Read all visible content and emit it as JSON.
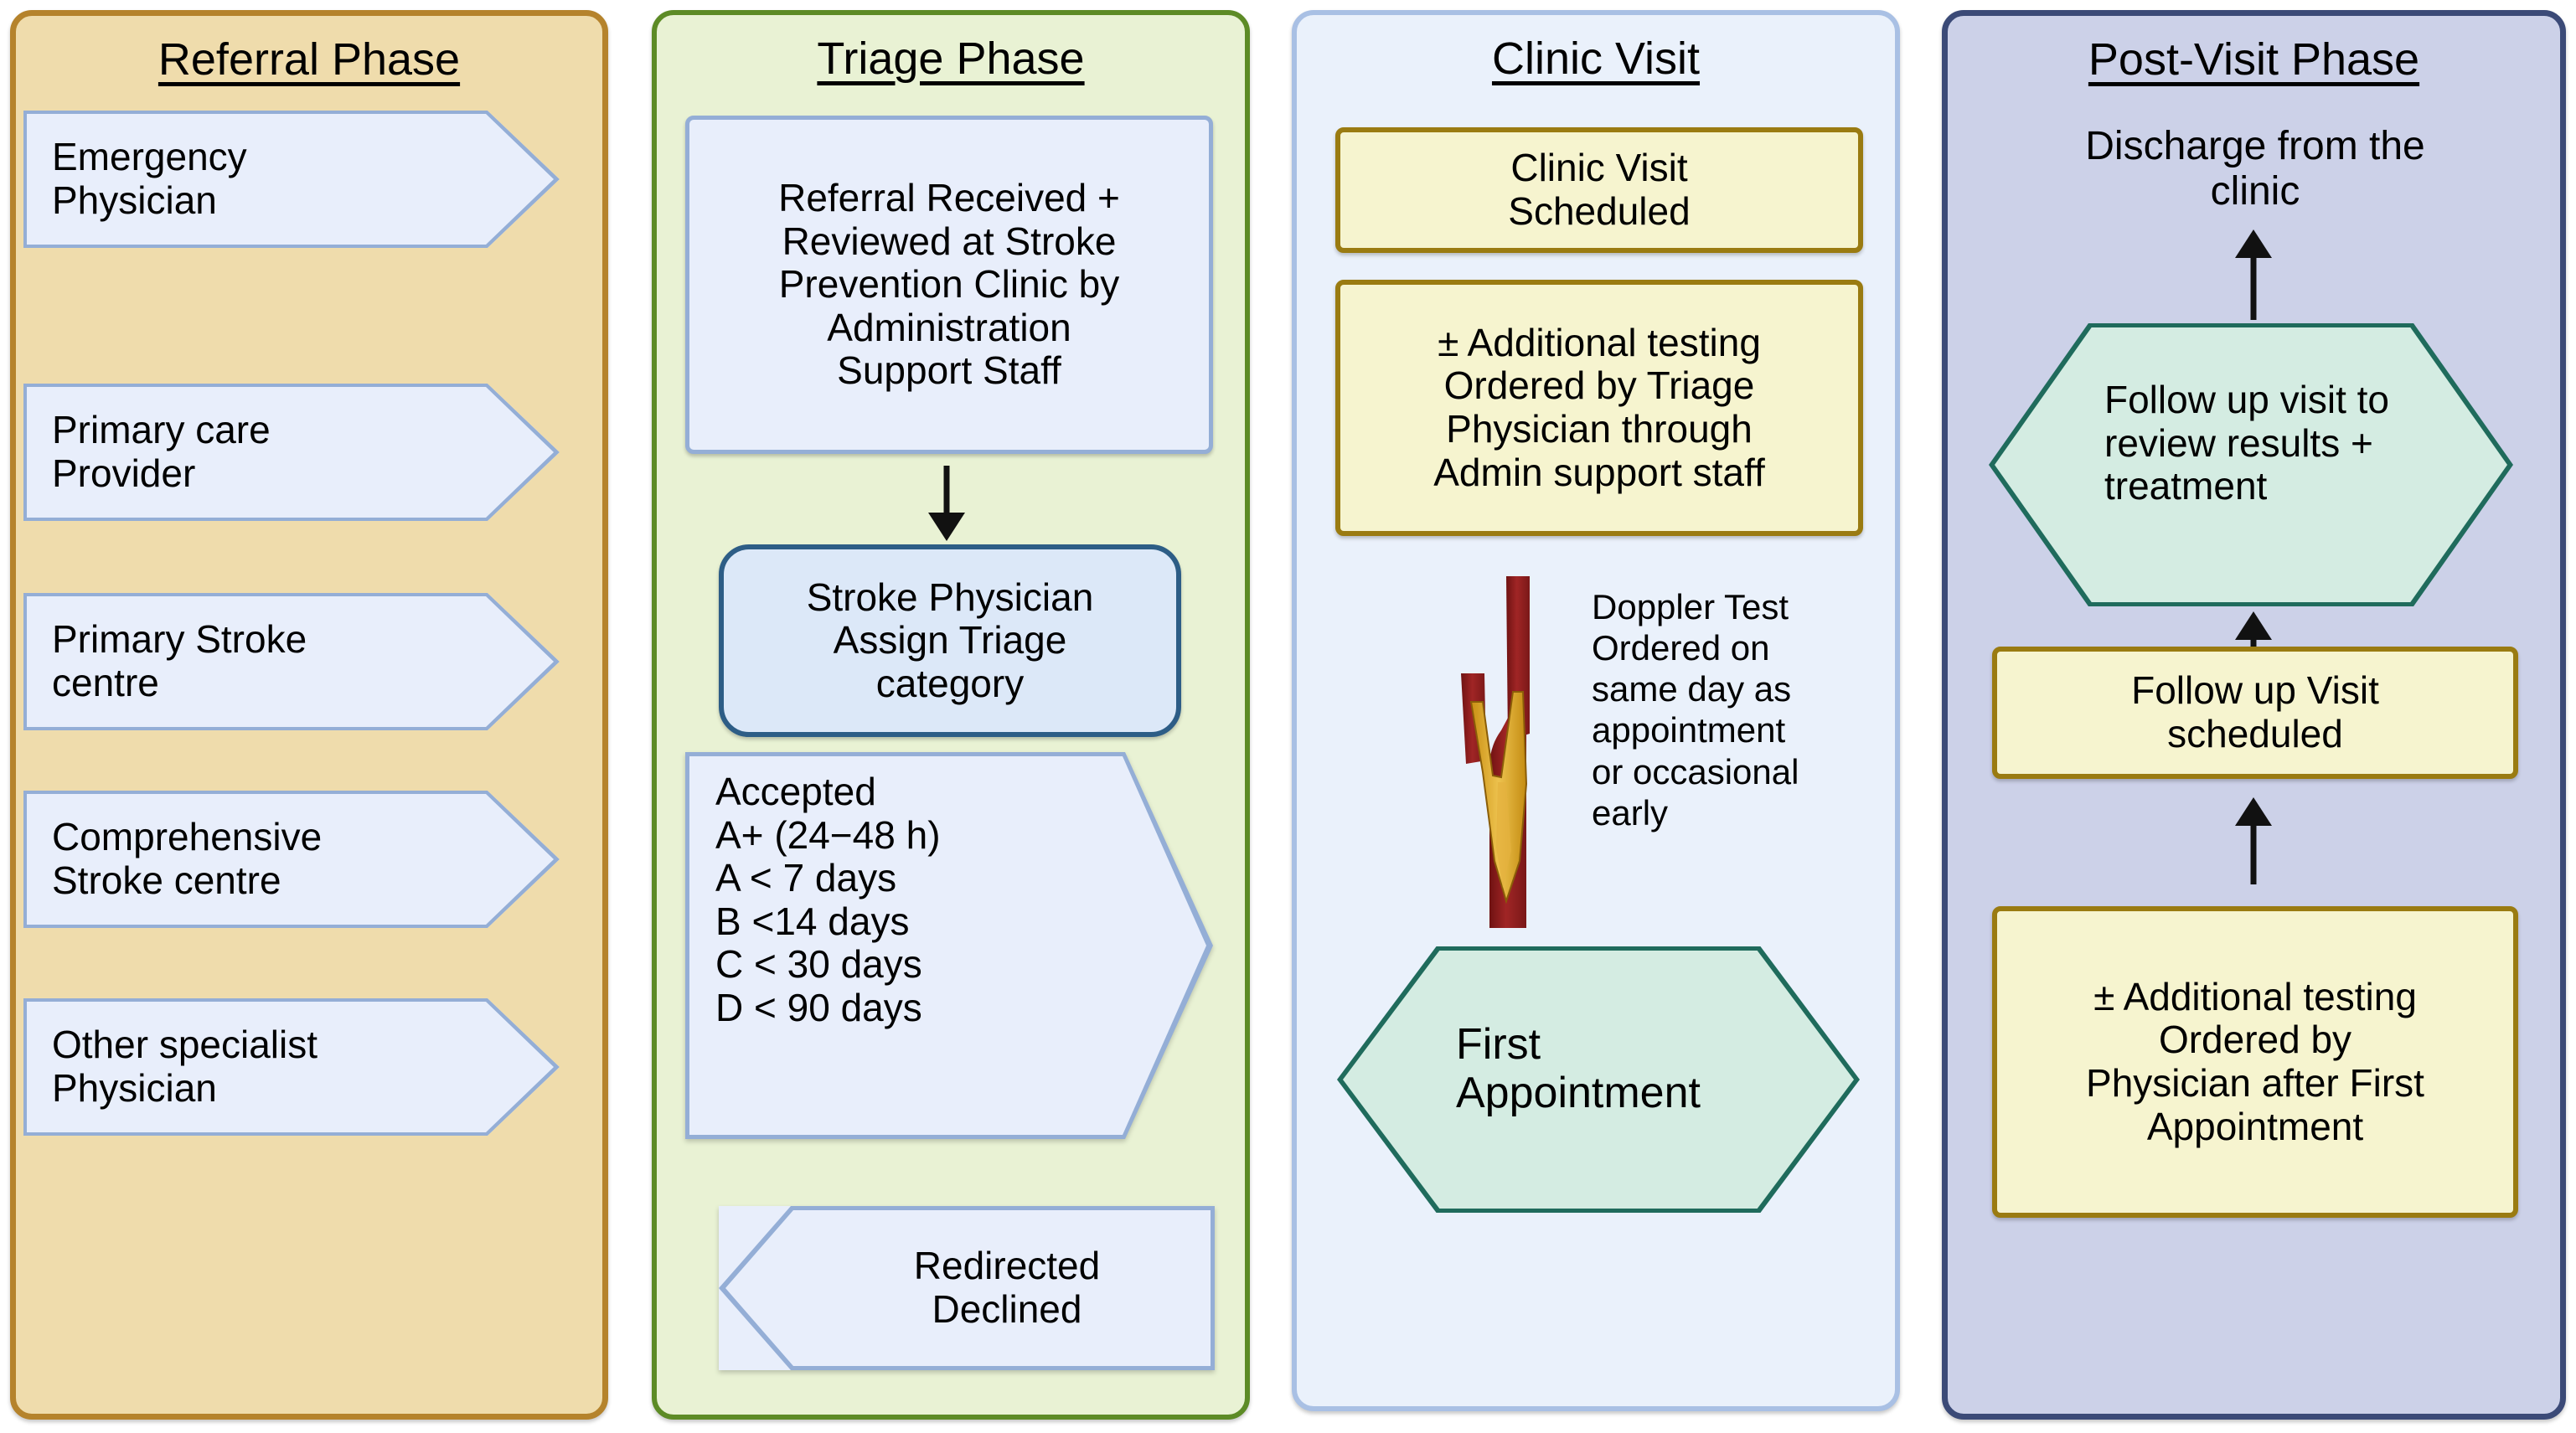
{
  "diagram": {
    "title": "Stroke Prevention Clinic referral-to-discharge pathway",
    "colors": {
      "referral_panel_bg": "#efdcac",
      "referral_panel_border": "#b5832c",
      "triage_panel_bg": "#e9f2d4",
      "triage_panel_border": "#5d8b26",
      "clinic_panel_bg": "#eaf1fb",
      "clinic_panel_border": "#a9c0e4",
      "postvisit_panel_bg": "#ccd1e8",
      "postvisit_panel_border": "#3b4a77",
      "blue_node_bg": "#e8eefb",
      "blue_node_border": "#94aed6",
      "strong_blue_border": "#2d5d86",
      "yellow_node_bg": "#f6f4cf",
      "yellow_node_border": "#9a7b11",
      "hex_fill": "#d4ece2",
      "hex_border": "#1f6b5c",
      "artery_red": "#9e2020",
      "plaque_gold": "#d9a227"
    }
  },
  "referral": {
    "title": "Referral Phase",
    "sources": [
      {
        "label": "Emergency\nPhysician"
      },
      {
        "label": "Primary care\nProvider"
      },
      {
        "label": "Primary Stroke\ncentre"
      },
      {
        "label": "Comprehensive\nStroke centre"
      },
      {
        "label": "Other specialist\nPhysician"
      }
    ]
  },
  "triage": {
    "title": "Triage Phase",
    "referral_received": "Referral Received +\nReviewed at Stroke\nPrevention Clinic by\nAdministration\nSupport Staff",
    "assign_triage": "Stroke Physician\nAssign Triage\ncategory",
    "accepted": "Accepted\nA+ (24−48 h)\nA < 7 days\nB <14 days\nC < 30 days\nD < 90 days",
    "accepted_lines": [
      "Accepted",
      "A+ (24−48 h)",
      "A < 7 days",
      "B <14 days",
      "C < 30 days",
      "D < 90 days"
    ],
    "redirected": "Redirected\nDeclined"
  },
  "clinic": {
    "title": "Clinic Visit",
    "visit_scheduled": "Clinic Visit\nScheduled",
    "additional_testing": "± Additional testing\nOrdered by Triage\nPhysician through\nAdmin support staff",
    "doppler_note": "Doppler Test\nOrdered on\nsame day as\nappointment\nor occasional\nearly",
    "doppler_icon": "carotid-artery-plaque-illustration",
    "first_appointment": "First\nAppointment"
  },
  "postvisit": {
    "title": "Post-Visit Phase",
    "discharge": "Discharge from the\nclinic",
    "follow_up_review": "Follow up visit to\nreview results +\ntreatment",
    "follow_up_scheduled": "Follow up Visit\nscheduled",
    "additional_testing": "± Additional testing\nOrdered by\nPhysician after First\nAppointment"
  }
}
